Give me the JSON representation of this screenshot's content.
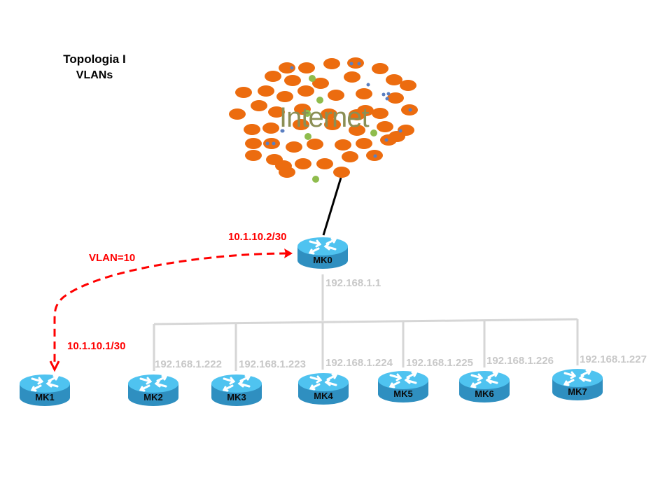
{
  "title": {
    "line1": "Topologia I",
    "line2": "VLANs"
  },
  "internet": {
    "label": "Internet",
    "colors": {
      "blob": "#ec6c0f",
      "dot_green": "#8fbc4d",
      "dot_blue": "#5a7fc1",
      "text": "#8b8f55"
    }
  },
  "vlan_link": {
    "label": "VLAN=10",
    "mk0_ip": "10.1.10.2/30",
    "mk1_ip": "10.1.10.1/30",
    "color": "#ff0000"
  },
  "routers": [
    {
      "id": "MK0",
      "label": "MK0",
      "ip": "192.168.1.1"
    },
    {
      "id": "MK1",
      "label": "MK1",
      "ip": ""
    },
    {
      "id": "MK2",
      "label": "MK2",
      "ip": "192.168.1.222"
    },
    {
      "id": "MK3",
      "label": "MK3",
      "ip": "192.168.1.223"
    },
    {
      "id": "MK4",
      "label": "MK4",
      "ip": "192.168.1.224"
    },
    {
      "id": "MK5",
      "label": "MK5",
      "ip": "192.168.1.225"
    },
    {
      "id": "MK6",
      "label": "MK6",
      "ip": "192.168.1.226"
    },
    {
      "id": "MK7",
      "label": "MK7",
      "ip": "192.168.1.227"
    }
  ],
  "colors": {
    "router_top": "#4fc3f0",
    "router_side": "#2f8fc0",
    "lan_line": "#d6d6d6",
    "uplink": "#000000"
  }
}
